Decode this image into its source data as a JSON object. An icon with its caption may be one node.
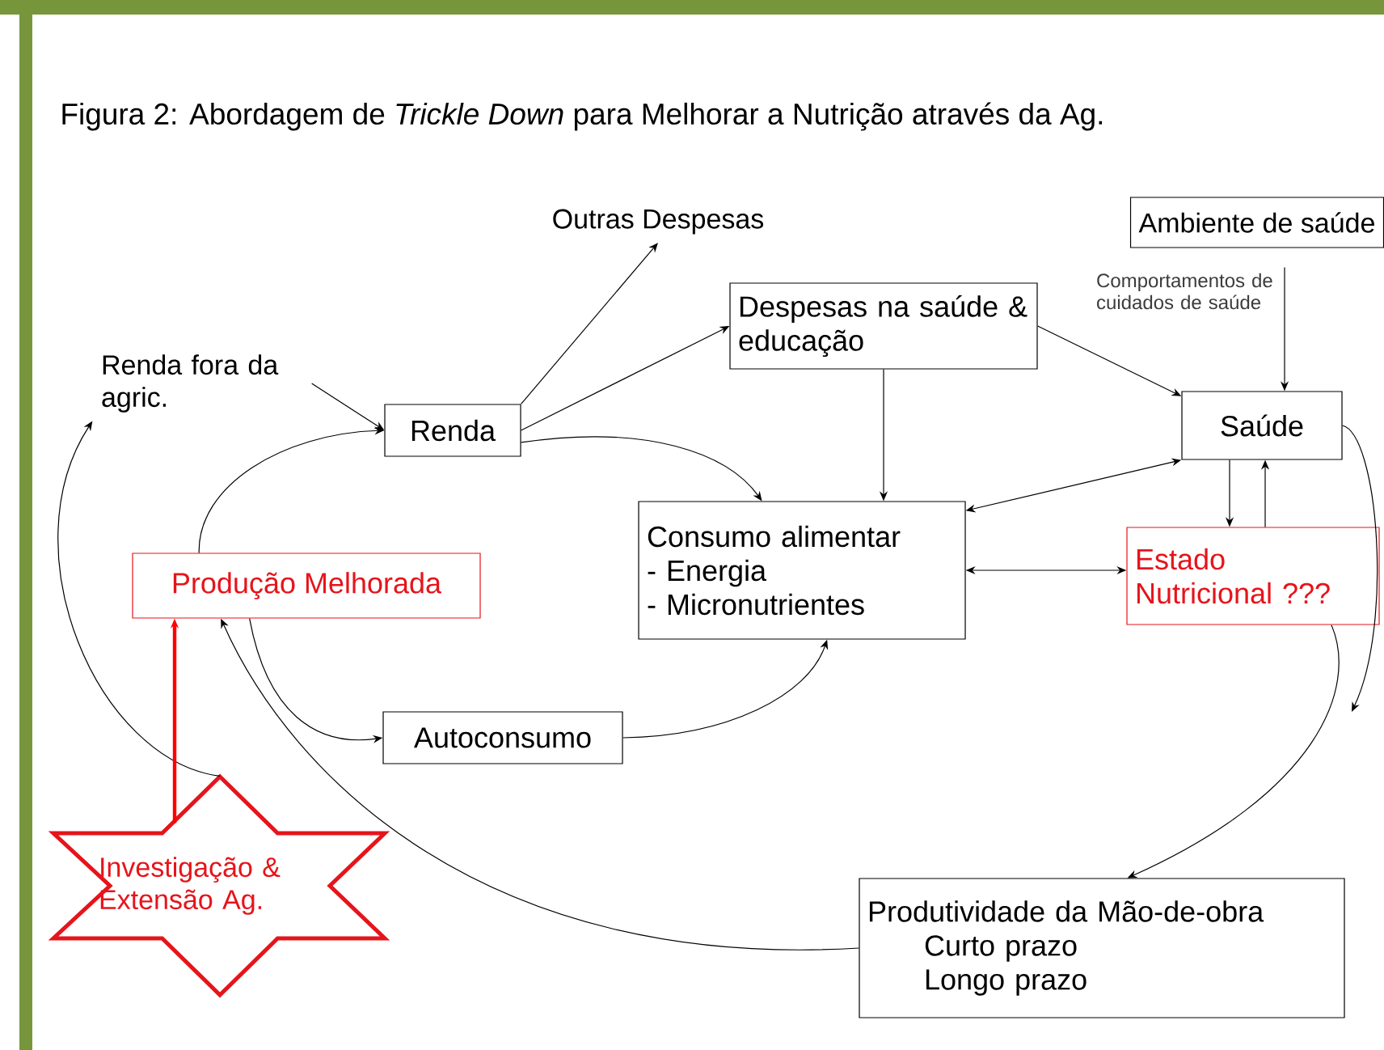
{
  "diagram": {
    "title": "Figura 2:  Abordagem de *Trickle Down* para Melhorar a Nutrição através da Ag.",
    "nodes": [
      {
        "text": [
          "Outras Despesas"
        ]
      },
      {
        "text": [
          "Ambiente de saúde"
        ]
      },
      {
        "text": [
          "Despesas na saúde & educação"
        ]
      },
      {
        "text": [
          "Renda fora da agric."
        ]
      },
      {
        "text": [
          "Renda"
        ]
      },
      {
        "text": [
          "Saúde"
        ]
      },
      {
        "text": [
          "Consumo alimentar",
          "- Energia",
          "- Micronutrientes"
        ]
      },
      {
        "text": [
          "Produção Melhorada"
        ]
      },
      {
        "text": [
          "Estado Nutricional ???"
        ]
      },
      {
        "text": [
          "Autoconsumo"
        ]
      },
      {
        "text": [
          "Investigação & Extensão Ag."
        ]
      },
      {
        "text": [
          "Produtividade da Mão-de-obra",
          "Curto prazo",
          "Longo prazo"
        ]
      }
    ],
    "edges": [
      {
        "from": 4,
        "to": 0,
        "arrow": "to"
      },
      {
        "from": 4,
        "to": 2,
        "arrow": "to"
      },
      {
        "from": 4,
        "to": 6,
        "arrow": "to"
      },
      {
        "from": 3,
        "to": 4,
        "arrow": "to"
      },
      {
        "from": 7,
        "to": 4,
        "arrow": "to"
      },
      {
        "from": 2,
        "to": 5,
        "arrow": "to"
      },
      {
        "from": 2,
        "to": 6,
        "arrow": "to"
      },
      {
        "from": 1,
        "to": 5,
        "arrow": "to",
        "label": "Comportamentos de cuidados de saúde"
      },
      {
        "from": 6,
        "to": 5,
        "arrow": "both"
      },
      {
        "from": 6,
        "to": 8,
        "arrow": "both"
      },
      {
        "from": 5,
        "to": 8,
        "arrow": "to"
      },
      {
        "from": 8,
        "to": 5,
        "arrow": "to"
      },
      {
        "from": 5,
        "to": null,
        "arrow": "to"
      },
      {
        "from": 8,
        "to": 11,
        "arrow": "to"
      },
      {
        "from": 7,
        "to": 9,
        "arrow": "to"
      },
      {
        "from": 9,
        "to": 6,
        "arrow": "to"
      },
      {
        "from": 11,
        "to": 7,
        "arrow": "to"
      },
      {
        "from": 10,
        "to": 3,
        "arrow": "to"
      },
      {
        "from": 10,
        "to": 7,
        "arrow": "to",
        "style": "thick",
        "color": "#ff0000"
      }
    ]
  }
}
